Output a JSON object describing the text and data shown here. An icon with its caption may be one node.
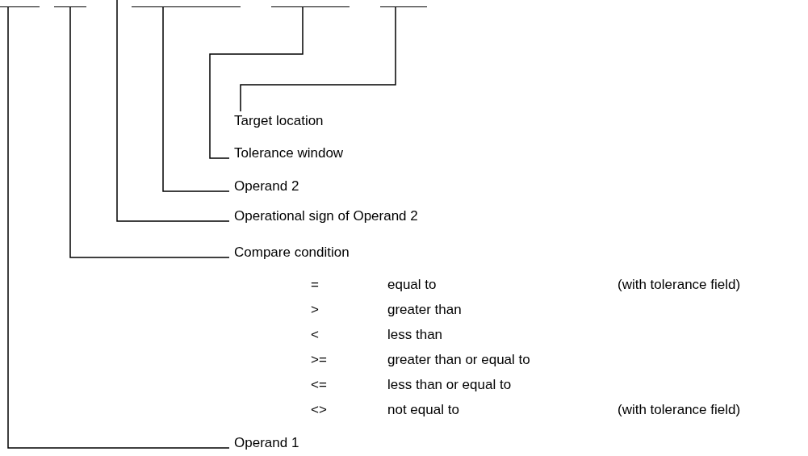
{
  "diagram": {
    "nodes": [
      {
        "text": [],
        "shape": "bar"
      },
      {
        "text": [],
        "shape": "bar"
      },
      {
        "text": [],
        "shape": "bar"
      },
      {
        "text": [],
        "shape": "bar"
      },
      {
        "text": [],
        "shape": "bar"
      },
      {
        "text": [
          "Target location"
        ]
      },
      {
        "text": [
          "Tolerance window"
        ]
      },
      {
        "text": [
          "Operand 2"
        ]
      },
      {
        "text": [
          "Operational sign of Operand 2"
        ]
      },
      {
        "text": [
          "Compare condition"
        ]
      },
      {
        "text": [
          "Operand 1"
        ]
      }
    ],
    "edges": [
      {
        "from": 4,
        "to": 5,
        "arrow": "none"
      },
      {
        "from": 3,
        "to": 6,
        "arrow": "none"
      },
      {
        "from": 2,
        "to": 7,
        "arrow": "none"
      },
      {
        "from": null,
        "to": 8,
        "arrow": "none"
      },
      {
        "from": 1,
        "to": 9,
        "arrow": "none"
      },
      {
        "from": 0,
        "to": 10,
        "arrow": "none"
      }
    ],
    "labels": [
      "=",
      "equal to",
      "(with tolerance field)",
      ">",
      "greater than",
      "<",
      "less than",
      ">=",
      "greater than or equal to",
      "<=",
      "less than or equal to",
      "<>",
      "not equal to",
      "(with tolerance field)"
    ]
  }
}
